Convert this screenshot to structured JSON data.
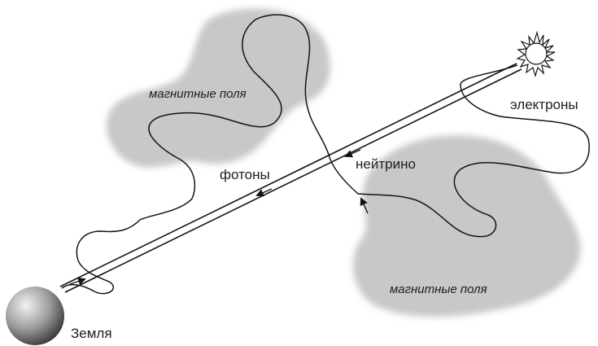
{
  "labels": {
    "magnetic_fields_top": "магнитные поля",
    "magnetic_fields_bottom": "магнитные поля",
    "electrons": "электроны",
    "neutrino": "нейтрино",
    "photons": "фотоны",
    "earth": "Земля"
  },
  "colors": {
    "field_fill": "#c8c8c8",
    "line": "#141414",
    "earth_light": "#f0f0f0",
    "earth_dark": "#3a3a3a"
  },
  "icons": {
    "source": "star-burst-icon",
    "earth": "sphere-icon"
  }
}
